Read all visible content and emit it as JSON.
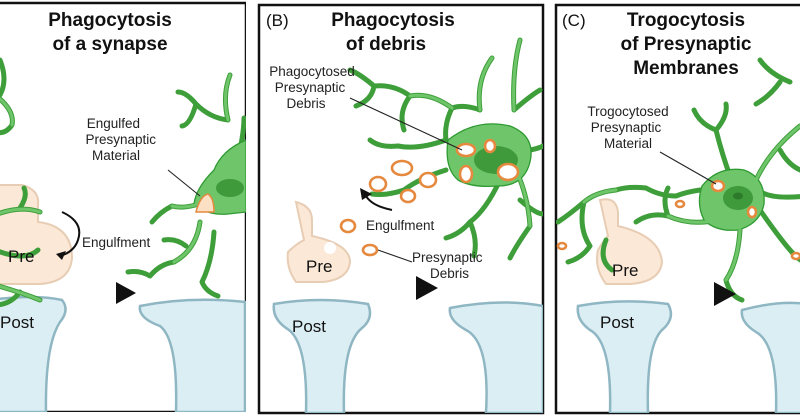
{
  "panels": [
    {
      "title_line1": "Phagocytosis",
      "title_line2": "of a synapse",
      "pre_label": "Pre",
      "post_label": "Post",
      "annotations": {
        "engulfed_1": "Engulfed",
        "engulfed_2": "Presynaptic",
        "engulfed_3": "Material",
        "engulfment": "Engulfment"
      }
    },
    {
      "panel_label": "(B)",
      "title_line1": "Phagocytosis",
      "title_line2": "of debris",
      "pre_label": "Pre",
      "post_label": "Post",
      "annotations": {
        "phago_1": "Phagocytosed",
        "phago_2": "Presynaptic",
        "phago_3": "Debris",
        "engulfment": "Engulfment",
        "debris_1": "Presynaptic",
        "debris_2": "Debris"
      }
    },
    {
      "panel_label": "(C)",
      "title_line1": "Trogocytosis",
      "title_line2": "of Presynaptic",
      "title_line3": "Membranes",
      "pre_label": "Pre",
      "post_label": "Post",
      "annotations": {
        "trogo_1": "Trogocytosed",
        "trogo_2": "Presynaptic",
        "trogo_3": "Material"
      }
    }
  ],
  "colors": {
    "microglia_fill": "#6fc66a",
    "microglia_stroke": "#2f9a32",
    "nucleus": "#3f9a3b",
    "debris_outline": "#e5893f",
    "post_fill": "#dbeef3",
    "pre_fill": "#fbe8d6"
  }
}
